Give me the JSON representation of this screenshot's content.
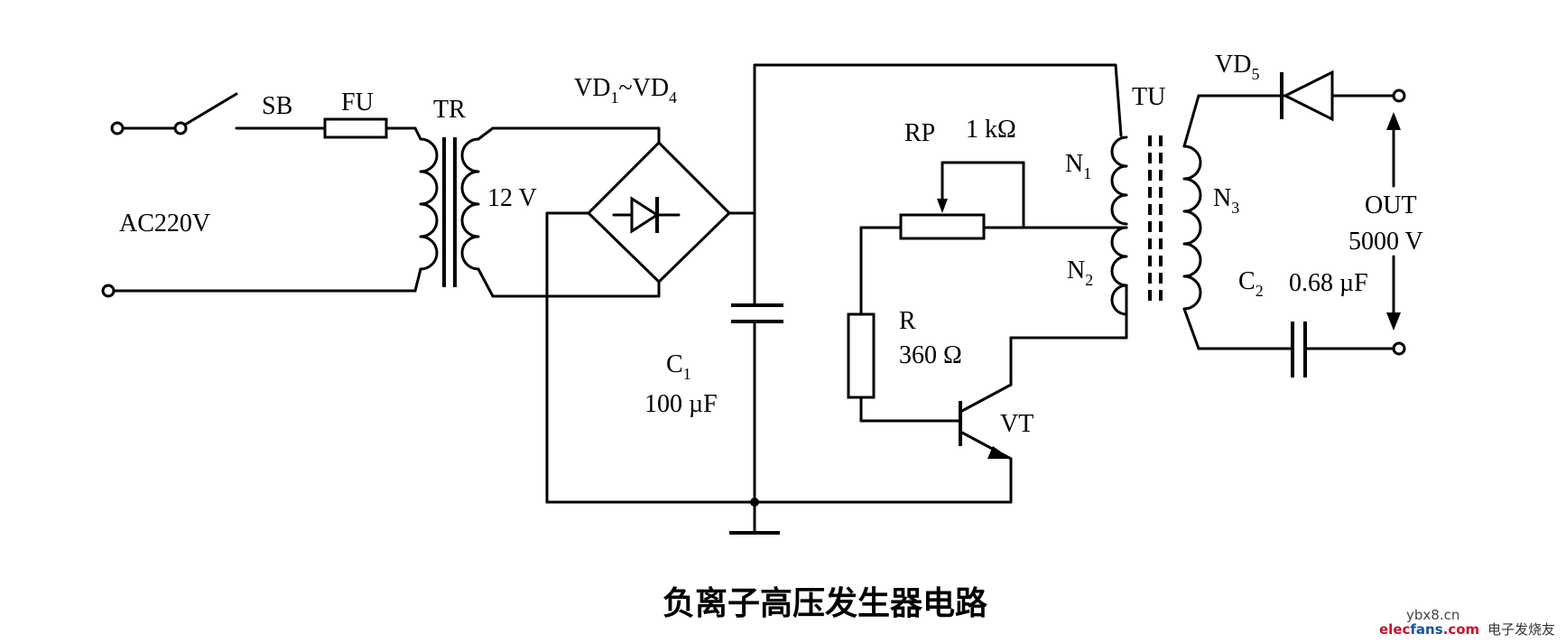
{
  "diagram": {
    "title": "负离子高压发生器电路",
    "labels": {
      "ac": "AC220V",
      "sb": "SB",
      "fu": "FU",
      "tr": "TR",
      "v12": "12 V",
      "vd14_a": "VD",
      "vd14_b": "1",
      "vd14_c": "~VD",
      "vd14_d": "4",
      "c1": "C",
      "c1_sub": "1",
      "c1_val": "100 µF",
      "rp": "RP",
      "rp_val": "1 kΩ",
      "r": "R",
      "r_val": "360 Ω",
      "vt": "VT",
      "tu": "TU",
      "n1": "N",
      "n1_sub": "1",
      "n2": "N",
      "n2_sub": "2",
      "n3": "N",
      "n3_sub": "3",
      "vd5": "VD",
      "vd5_sub": "5",
      "c2": "C",
      "c2_sub": "2",
      "c2_val": "0.68 µF",
      "out": "OUT",
      "out_val": "5000 V"
    },
    "watermark": {
      "site": "ybx8.cn",
      "brand_a": "elec",
      "brand_b": "fans",
      "brand_c": ".com",
      "cn": "电子发烧友"
    }
  }
}
